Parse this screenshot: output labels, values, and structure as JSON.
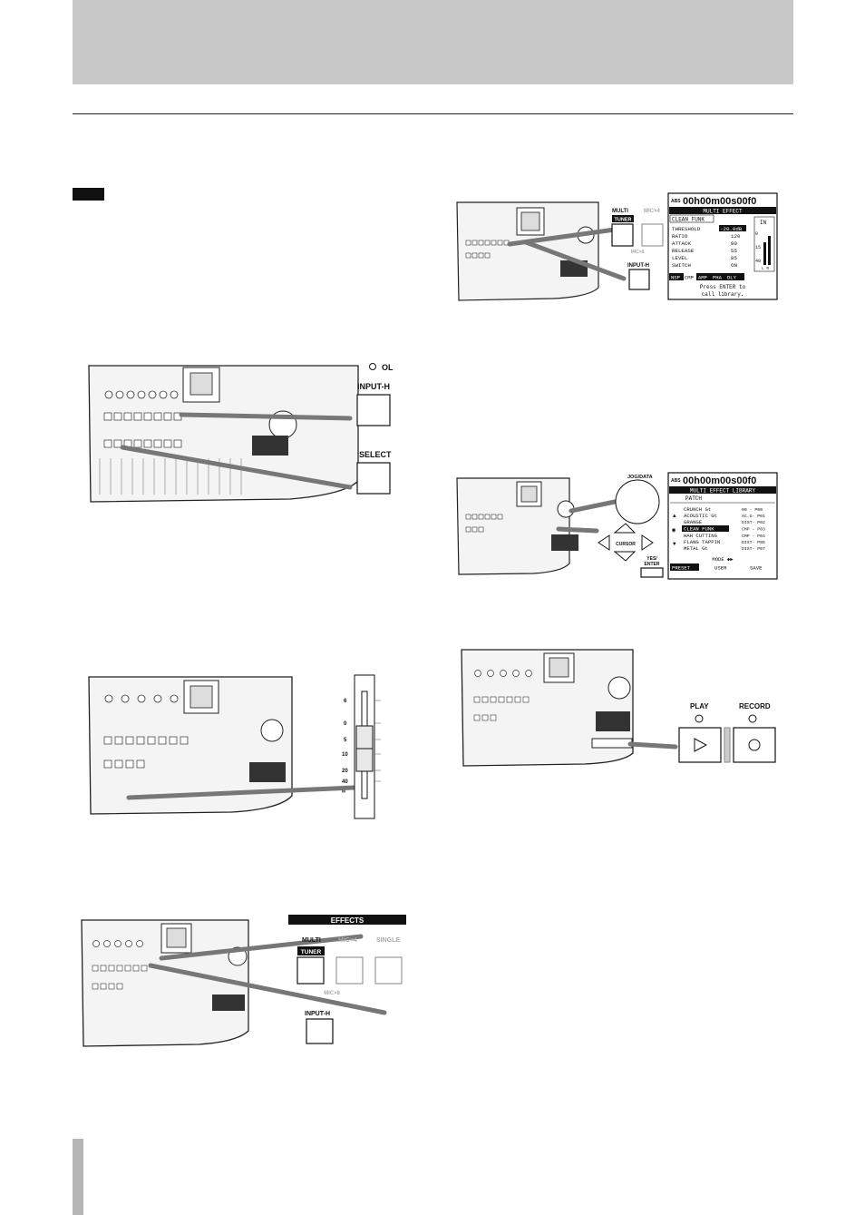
{
  "buttons": {
    "input_h": "INPUT-H",
    "select": "SELECT",
    "ol": "OL",
    "multi": "MULTI",
    "tuner": "TUNER",
    "mic_x4": "MIC×4",
    "mic_x8": "MIC×8",
    "single": "SINGLE",
    "effects": "EFFECTS",
    "jog_data": "JOG/DATA",
    "cursor": "CURSOR",
    "yes_enter_line1": "YES/",
    "yes_enter_line2": "ENTER",
    "play": "PLAY",
    "record": "RECORD"
  },
  "fader_scale": [
    "6",
    "0",
    "5",
    "10",
    "20",
    "40",
    "∞"
  ],
  "lcd_multi_effect": {
    "abs_label": "ABS",
    "time": "00h00m00s00f0",
    "title": "MULTI EFFECT",
    "patch": "CLEAN FUNK",
    "in_label": "IN",
    "params": [
      {
        "name": "THRESHOLD",
        "value": "-20.0dB"
      },
      {
        "name": "RATIO",
        "value": "120"
      },
      {
        "name": "ATTACK",
        "value": "90"
      },
      {
        "name": "RELEASE",
        "value": "55"
      },
      {
        "name": "LEVEL",
        "value": "85"
      },
      {
        "name": "SWITCH",
        "value": "ON"
      }
    ],
    "meter_scale": [
      "0",
      "15",
      "48"
    ],
    "meter_lr": "L R",
    "tabs": [
      "NSP",
      "CMP",
      "AMP",
      "PHA",
      "DLY"
    ],
    "footer_line1": "Press ENTER to",
    "footer_line2": "call library."
  },
  "lcd_library": {
    "abs_label": "ABS",
    "time": "00h00m00s00f0",
    "title": "MULTI EFFECT LIBRARY",
    "patch_label": "PATCH",
    "items": [
      {
        "name": "CRUNCH Gt",
        "code": "00 - P00"
      },
      {
        "name": "ACOUSTIC Gt",
        "code": "AC.G- P01"
      },
      {
        "name": "GRANGE",
        "code": "DIST- P02"
      },
      {
        "name": "CLEAN FUNK",
        "code": "CMP - P03"
      },
      {
        "name": "HAH CUTTING",
        "code": "CMP - P04"
      },
      {
        "name": "FLANG TAPPIN",
        "code": "DIST- P05"
      },
      {
        "name": "METAL Gt",
        "code": "DIST- P07"
      }
    ],
    "mode_label": "MODE ◆▶",
    "modes": [
      "PRESET",
      "USER",
      "SAVE"
    ]
  }
}
